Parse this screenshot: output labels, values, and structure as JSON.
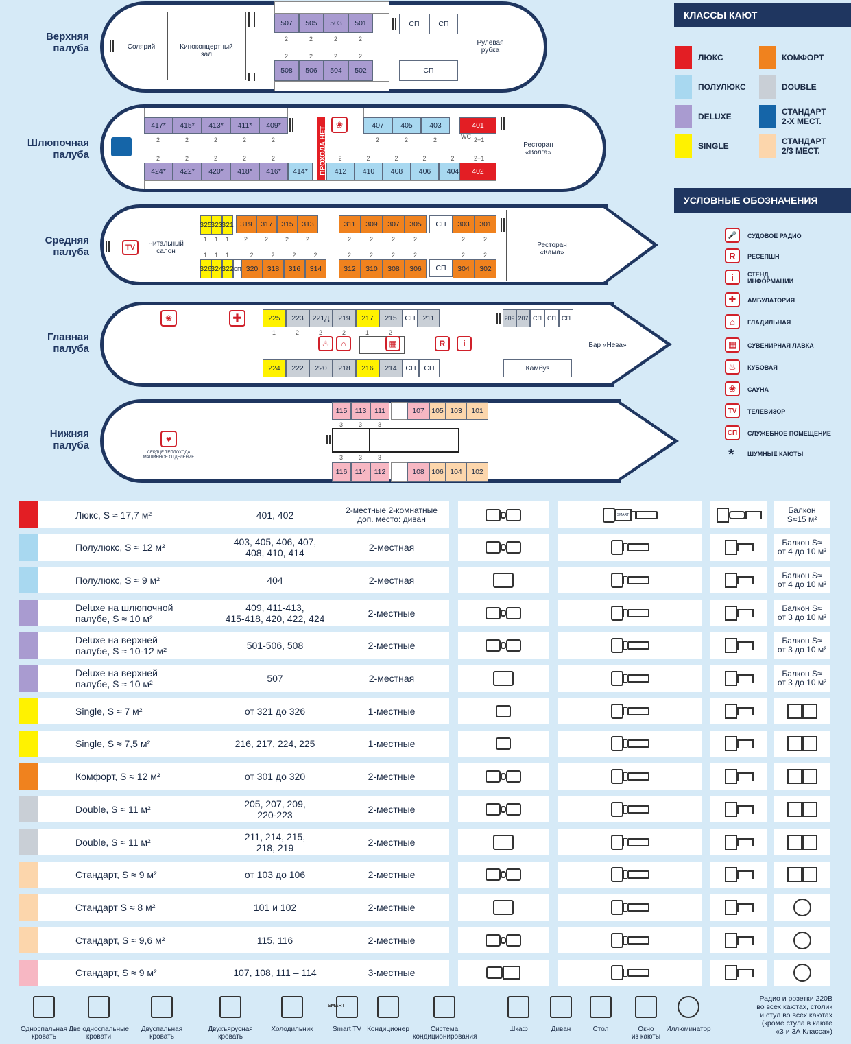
{
  "decks": {
    "upper": "Верхняя\nпалуба",
    "boat": "Шлюпочная\nпалуба",
    "middle": "Средняя\nпалуба",
    "main": "Главная\nпалуба",
    "lower": "Нижняя\nпалуба"
  },
  "rooms": {
    "solarium": "Солярий",
    "cinema": "Киноконцертный\nзал",
    "wheelhouse": "Рулевая\nрубка",
    "restaurant_volga": "Ресторан\n«Волга»",
    "reading": "Читальный\nсалон",
    "restaurant_kama": "Ресторан\n«Кама»",
    "bar_neva": "Бар «Нева»",
    "galley": "Камбуз",
    "no_pass": "ПРОХОДА НЕТ",
    "heart": "СЕРДЦЕ ТЕПЛОХОДА\nМАШИННОЕ ОТДЕЛЕНИЕ",
    "sp": "СП",
    "wc": "WC"
  },
  "cabins": {
    "upper_top": [
      "507",
      "505",
      "503",
      "501"
    ],
    "upper_bot": [
      "508",
      "506",
      "504",
      "502"
    ],
    "boat_top_left": [
      "417*",
      "415*",
      "413*",
      "411*",
      "409*"
    ],
    "boat_top_right": [
      "407",
      "405",
      "403"
    ],
    "boat_top_lux": "401",
    "boat_bot_left": [
      "424*",
      "422*",
      "420*",
      "418*",
      "416*"
    ],
    "boat_bot_414": "414*",
    "boat_bot_right": [
      "412",
      "410",
      "408",
      "406",
      "404"
    ],
    "boat_bot_lux": "402",
    "mid_top_single": [
      "325",
      "323",
      "321"
    ],
    "mid_top_a": [
      "319",
      "317",
      "315",
      "313"
    ],
    "mid_top_b": [
      "311",
      "309",
      "307",
      "305"
    ],
    "mid_top_c": [
      "303",
      "301"
    ],
    "mid_bot_single": [
      "326",
      "324",
      "322"
    ],
    "mid_bot_a": [
      "320",
      "318",
      "316",
      "314"
    ],
    "mid_bot_b": [
      "312",
      "310",
      "308",
      "306"
    ],
    "mid_bot_c": [
      "304",
      "302"
    ],
    "main_top": [
      "225",
      "223",
      "221Д",
      "219",
      "217",
      "215"
    ],
    "main_top_211": "211",
    "main_top_right": [
      "209",
      "207"
    ],
    "main_bot": [
      "224",
      "222",
      "220",
      "218",
      "216",
      "214"
    ],
    "low_top_a": [
      "115",
      "113",
      "111"
    ],
    "low_top_b": [
      "107",
      "105",
      "103",
      "101"
    ],
    "low_bot_a": [
      "116",
      "114",
      "112"
    ],
    "low_bot_b": [
      "108",
      "106",
      "104",
      "102"
    ]
  },
  "legend": {
    "classes_title": "КЛАССЫ КАЮТ",
    "symbols_title": "УСЛОВНЫЕ ОБОЗНАЧЕНИЯ",
    "classes": [
      {
        "label": "ЛЮКС",
        "color": "#e31e24"
      },
      {
        "label": "КОМФОРТ",
        "color": "#f0821e"
      },
      {
        "label": "ПОЛУЛЮКС",
        "color": "#a8d8f0"
      },
      {
        "label": "DOUBLE",
        "color": "#c9cfd6"
      },
      {
        "label": "DELUXE",
        "color": "#a99bd0"
      },
      {
        "label": "СТАНДАРТ\n2-Х МЕСТ.",
        "color": "#1565a8"
      },
      {
        "label": "SINGLE",
        "color": "#fff200"
      },
      {
        "label": "СТАНДАРТ\n2/3 МЕСТ.",
        "color": "#fcd6ac"
      }
    ],
    "symbols": [
      {
        "icon": "radio-icon",
        "glyph": "🎤",
        "label": "СУДОВОЕ РАДИО"
      },
      {
        "icon": "reception-icon",
        "glyph": "R",
        "label": "РЕСЕПШН"
      },
      {
        "icon": "info-icon",
        "glyph": "i",
        "label": "СТЕНД\nИНФОРМАЦИИ"
      },
      {
        "icon": "first-aid-icon",
        "glyph": "✚",
        "label": "АМБУЛАТОРИЯ"
      },
      {
        "icon": "iron-icon",
        "glyph": "⌂",
        "label": "ГЛАДИЛЬНАЯ"
      },
      {
        "icon": "souvenir-icon",
        "glyph": "▦",
        "label": "СУВЕНИРНАЯ ЛАВКА"
      },
      {
        "icon": "boiler-icon",
        "glyph": "♨",
        "label": "КУБОВАЯ"
      },
      {
        "icon": "sauna-icon",
        "glyph": "❀",
        "label": "САУНА"
      },
      {
        "icon": "tv-icon",
        "glyph": "TV",
        "label": "ТЕЛЕВИЗОР"
      },
      {
        "icon": "service-room-icon",
        "glyph": "СП",
        "label": "СЛУЖЕБНОЕ ПОМЕЩЕНИЕ"
      },
      {
        "icon": "asterisk-icon",
        "glyph": "*",
        "label": "ШУМНЫЕ КАЮТЫ"
      }
    ]
  },
  "table": [
    {
      "color": "#e31e24",
      "name": "Люкс, S ≈ 17,7 м²",
      "cabins": "401, 402",
      "places": "2-местные 2-комнатные\nдоп. место: диван",
      "bed": "twin",
      "tech": "fridge smarttv ac",
      "furn": "wardrobe sofa table",
      "extra": "Балкон\nS≈15 м²"
    },
    {
      "color": "#a8d8f0",
      "name": "Полулюкс, S ≈ 12 м²",
      "cabins": "403, 405, 406, 407,\n408, 410, 414",
      "places": "2-местная",
      "bed": "twin",
      "tech": "fridge ac",
      "furn": "wardrobe table",
      "extra": "Балкон S≈\nот 4 до 10 м²"
    },
    {
      "color": "#a8d8f0",
      "name": "Полулюкс, S ≈ 9 м²",
      "cabins": "404",
      "places": "2-местная",
      "bed": "double",
      "tech": "fridge ac",
      "furn": "wardrobe table",
      "extra": "Балкон S≈\nот 4 до 10 м²"
    },
    {
      "color": "#a99bd0",
      "name": "Deluxe на шлюпочной\nпалубе, S ≈ 10 м²",
      "cabins": "409, 411-413,\n415-418, 420, 422, 424",
      "places": "2-местные",
      "bed": "twin",
      "tech": "fridge ac",
      "furn": "wardrobe table",
      "extra": "Балкон S≈\nот 3 до 10 м²"
    },
    {
      "color": "#a99bd0",
      "name": "Deluxe на верхней\nпалубе, S ≈ 10-12 м²",
      "cabins": "501-506, 508",
      "places": "2-местные",
      "bed": "twin",
      "tech": "fridge ac",
      "furn": "wardrobe table",
      "extra": "Балкон S≈\nот 3 до 10 м²"
    },
    {
      "color": "#a99bd0",
      "name": "Deluxe на верхней\nпалубе, S ≈ 10 м²",
      "cabins": "507",
      "places": "2-местная",
      "bed": "double",
      "tech": "fridge ac",
      "furn": "wardrobe table",
      "extra": "Балкон S≈\nот 3 до 10 м²"
    },
    {
      "color": "#fff200",
      "name": "Single, S ≈ 7 м²",
      "cabins": "от 321 до 326",
      "places": "1-местные",
      "bed": "single",
      "tech": "fridge ac",
      "furn": "wardrobe table",
      "extra": "window"
    },
    {
      "color": "#fff200",
      "name": "Single, S ≈ 7,5  м²",
      "cabins": "216, 217, 224, 225",
      "places": "1-местные",
      "bed": "single",
      "tech": "fridge ac",
      "furn": "wardrobe table",
      "extra": "window"
    },
    {
      "color": "#f0821e",
      "name": "Комфорт, S ≈ 12 м²",
      "cabins": "от 301 до 320",
      "places": "2-местные",
      "bed": "twin",
      "tech": "fridge ac",
      "furn": "wardrobe table",
      "extra": "window"
    },
    {
      "color": "#c9cfd6",
      "name": "Double, S ≈ 11 м²",
      "cabins": "205, 207, 209,\n220-223",
      "places": "2-местные",
      "bed": "twin",
      "tech": "fridge ac",
      "furn": "wardrobe table",
      "extra": "window"
    },
    {
      "color": "#c9cfd6",
      "name": "Double, S ≈ 11 м²",
      "cabins": "211, 214, 215,\n218, 219",
      "places": "2-местные",
      "bed": "double",
      "tech": "fridge ac",
      "furn": "wardrobe table",
      "extra": "window"
    },
    {
      "color": "#fcd6ac",
      "name": "Стандарт, S ≈ 9 м²",
      "cabins": "от 103 до 106",
      "places": "2-местные",
      "bed": "twin",
      "tech": "fridge ac",
      "furn": "wardrobe table",
      "extra": "window"
    },
    {
      "color": "#fcd6ac",
      "name": "Стандарт S ≈ 8 м²",
      "cabins": "101 и 102",
      "places": "2-местные",
      "bed": "double",
      "tech": "fridge ac",
      "furn": "wardrobe table",
      "extra": "porthole"
    },
    {
      "color": "#fcd6ac",
      "name": "Стандарт, S ≈ 9,6 м²",
      "cabins": "115, 116",
      "places": "2-местные",
      "bed": "twin",
      "tech": "fridge ac",
      "furn": "wardrobe table",
      "extra": "porthole"
    },
    {
      "color": "#f7b7c3",
      "name": "Стандарт, S ≈ 9 м²",
      "cabins": "107, 108, 111 – 114",
      "places": "3-местные",
      "bed": "bunk",
      "tech": "fridge ac",
      "furn": "wardrobe table",
      "extra": "porthole"
    }
  ],
  "footer": {
    "items": [
      {
        "icon": "single-bed-icon",
        "label": "Односпальная\nкровать"
      },
      {
        "icon": "twin-beds-icon",
        "label": "Две односпальные\nкровати"
      },
      {
        "icon": "double-bed-icon",
        "label": "Двуспальная\nкровать"
      },
      {
        "icon": "bunk-bed-icon",
        "label": "Двухъярусная\nкровать"
      },
      {
        "icon": "fridge-icon",
        "label": "Холодильник"
      },
      {
        "icon": "smart-tv-icon",
        "label": "Smart TV"
      },
      {
        "icon": "air-conditioner-icon",
        "label": "Кондиционер"
      },
      {
        "icon": "ac-system-icon",
        "label": "Система\nкондиционирования"
      },
      {
        "icon": "wardrobe-icon",
        "label": "Шкаф"
      },
      {
        "icon": "sofa-icon",
        "label": "Диван"
      },
      {
        "icon": "table-icon",
        "label": "Стол"
      },
      {
        "icon": "window-icon",
        "label": "Окно\nиз каюты"
      },
      {
        "icon": "porthole-icon",
        "label": "Иллюминатор"
      }
    ],
    "note": "Радио и розетки 220В\nво всех каютах, столик\nи стул во всех каютах\n(кроме стула в каюте\n«3 и 3А Класса»)",
    "smart": "SMART"
  }
}
